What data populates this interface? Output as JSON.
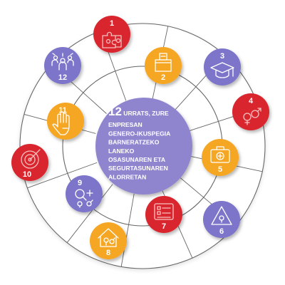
{
  "center": {
    "lines": [
      {
        "big": "12",
        "rest": " URRATS, ZURE"
      },
      {
        "big": "",
        "rest": "ENPRESAN"
      },
      {
        "big": "",
        "rest": "GENERO-IKUSPEGIA"
      },
      {
        "big": "",
        "rest": "BARNERATZEKO"
      },
      {
        "big": "",
        "rest": "LANEKO"
      },
      {
        "big": "",
        "rest": "OSASUNAREN ETA"
      },
      {
        "big": "",
        "rest": "SEGURTASUNAREN"
      },
      {
        "big": "",
        "rest": "ALORRETAN"
      }
    ]
  },
  "colors": {
    "red": "#d9262e",
    "orange": "#f5a623",
    "purple": "#7b74c9",
    "center": "#8f85cf",
    "ring": "#555555",
    "icon_red": "#f6c0c0",
    "icon_orange": "#ffffff",
    "icon_purple": "#ffffff"
  },
  "steps": [
    {
      "number": "1",
      "color": "red",
      "icon": "puzzle-gender-icon"
    },
    {
      "number": "2",
      "color": "orange",
      "icon": "ballot-box-icon"
    },
    {
      "number": "3",
      "color": "purple",
      "icon": "graduation-cap-icon"
    },
    {
      "number": "4",
      "color": "red",
      "icon": "gender-symbols-icon"
    },
    {
      "number": "5",
      "color": "orange",
      "icon": "first-aid-kit-icon"
    },
    {
      "number": "6",
      "color": "purple",
      "icon": "warning-triangle-icon"
    },
    {
      "number": "7",
      "color": "red",
      "icon": "checklist-icon"
    },
    {
      "number": "8",
      "color": "orange",
      "icon": "house-gender-icon"
    },
    {
      "number": "9",
      "color": "purple",
      "icon": "search-gender-icon"
    },
    {
      "number": "10",
      "color": "red",
      "icon": "target-icon"
    },
    {
      "number": "11",
      "color": "orange",
      "icon": "raised-hand-icon"
    },
    {
      "number": "12",
      "color": "purple",
      "icon": "team-group-icon"
    }
  ]
}
